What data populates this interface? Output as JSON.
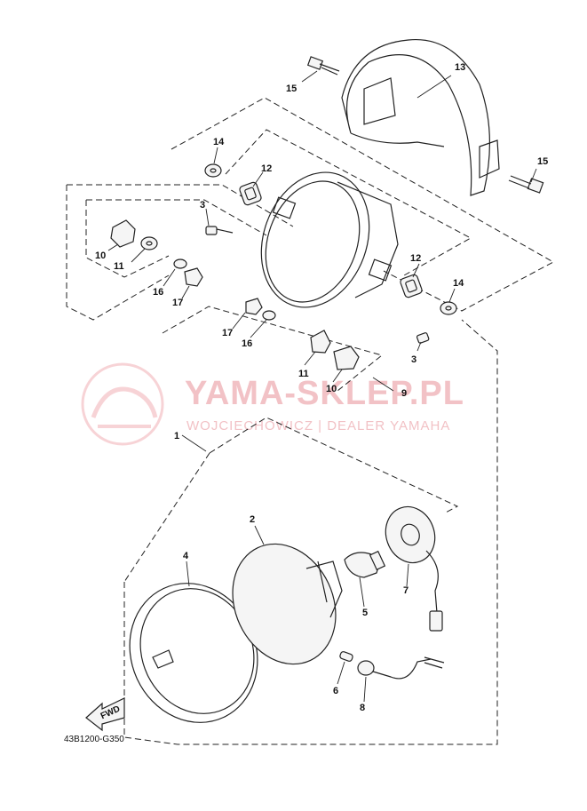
{
  "diagram": {
    "code": "43B1200-G350",
    "fwd_label": "FWD",
    "callouts": {
      "p1": "1",
      "p2": "2",
      "p3a": "3",
      "p3b": "3",
      "p4": "4",
      "p5": "5",
      "p6": "6",
      "p7": "7",
      "p8": "8",
      "p9": "9",
      "p10a": "10",
      "p10b": "10",
      "p11a": "11",
      "p11b": "11",
      "p12a": "12",
      "p12b": "12",
      "p13": "13",
      "p14a": "14",
      "p14b": "14",
      "p15a": "15",
      "p15b": "15",
      "p16a": "16",
      "p16b": "16",
      "p17a": "17",
      "p17b": "17"
    }
  },
  "watermark": {
    "title": "YAMA-SKLEP.PL",
    "subtitle": "WOJCIECHOWICZ | DEALER YAMAHA",
    "color": "#f2c2c6"
  }
}
